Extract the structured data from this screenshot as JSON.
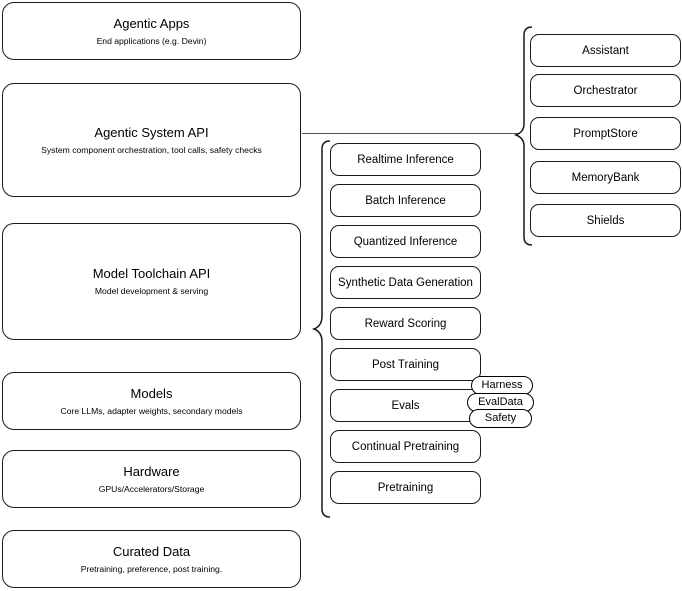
{
  "diagram": {
    "title": "AI Stack Layers Architecture Diagram",
    "background_color": "#ffffff",
    "stroke_color": "#1a1a1a",
    "connector_color": "#555555"
  },
  "layers": [
    {
      "name": "agentic-apps",
      "title": "Agentic Apps",
      "subtitle": "End applications (e.g. Devin)"
    },
    {
      "name": "agentic-system-api",
      "title": "Agentic System API",
      "subtitle": "System component orchestration, tool calls, safety checks"
    },
    {
      "name": "model-toolchain-api",
      "title": "Model Toolchain API",
      "subtitle": "Model development & serving"
    },
    {
      "name": "models",
      "title": "Models",
      "subtitle": "Core LLMs, adapter weights, secondary models"
    },
    {
      "name": "hardware",
      "title": "Hardware",
      "subtitle": "GPUs/Accelerators/Storage"
    },
    {
      "name": "curated-data",
      "title": "Curated Data",
      "subtitle": "Pretraining, preference, post training."
    }
  ],
  "toolchain_components": [
    {
      "name": "realtime-inference",
      "title": "Realtime Inference"
    },
    {
      "name": "batch-inference",
      "title": "Batch Inference"
    },
    {
      "name": "quantized-inference",
      "title": "Quantized Inference"
    },
    {
      "name": "synthetic-data-generation",
      "title": "Synthetic Data Generation"
    },
    {
      "name": "reward-scoring",
      "title": "Reward Scoring"
    },
    {
      "name": "post-training",
      "title": "Post Training"
    },
    {
      "name": "evals",
      "title": "Evals"
    },
    {
      "name": "continual-pretraining",
      "title": "Continual Pretraining"
    },
    {
      "name": "pretraining",
      "title": "Pretraining"
    }
  ],
  "evals_badges": [
    {
      "name": "harness",
      "label": "Harness"
    },
    {
      "name": "evaldata",
      "label": "EvalData"
    },
    {
      "name": "safety",
      "label": "Safety"
    }
  ],
  "system_components": [
    {
      "name": "assistant",
      "title": "Assistant"
    },
    {
      "name": "orchestrator",
      "title": "Orchestrator"
    },
    {
      "name": "promptstore",
      "title": "PromptStore"
    },
    {
      "name": "memorybank",
      "title": "MemoryBank"
    },
    {
      "name": "shields",
      "title": "Shields"
    }
  ]
}
